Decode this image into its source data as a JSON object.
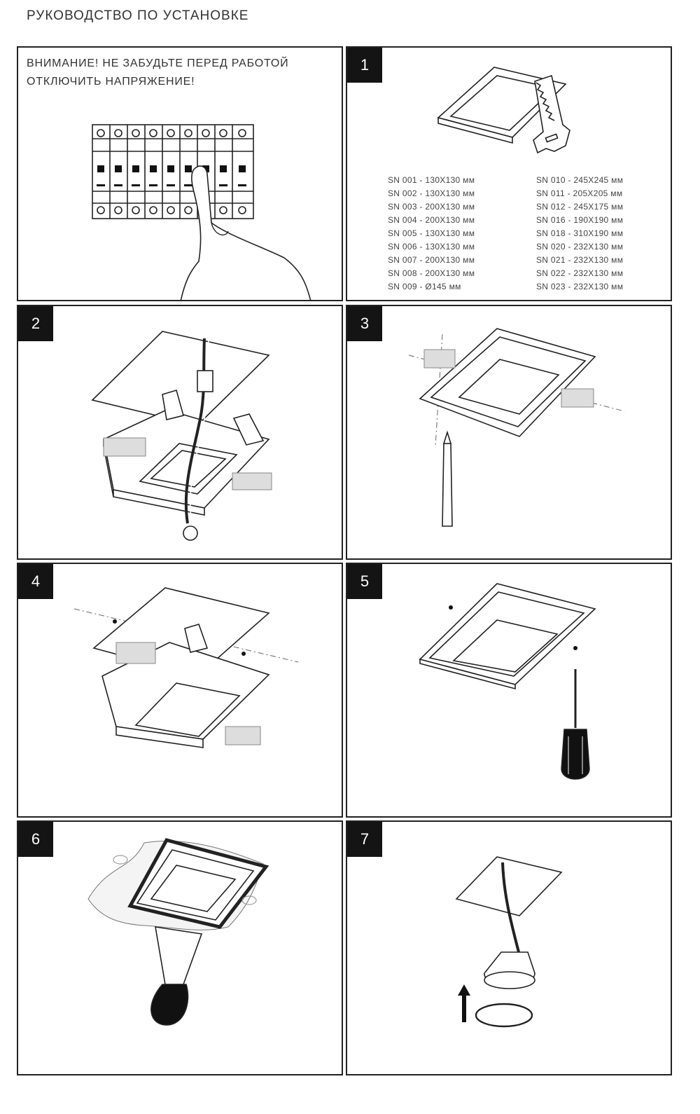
{
  "title": "РУКОВОДСТВО ПО УСТАНОВКЕ",
  "warning": "ВНИМАНИЕ! НЕ ЗАБУДЬТЕ ПЕРЕД РАБОТОЙ ОТКЛЮЧИТЬ НАПРЯЖЕНИЕ!",
  "steps": [
    "1",
    "2",
    "3",
    "4",
    "5",
    "6",
    "7"
  ],
  "sizes_left": [
    "SN 001 - 130X130 мм",
    "SN 002 - 130X130 мм",
    "SN 003 - 200X130 мм",
    "SN 004 - 200X130 мм",
    "SN 005 - 130X130 мм",
    "SN 006 - 130X130 мм",
    "SN 007 - 200X130 мм",
    "SN 008 - 200X130 мм",
    "SN 009 - Ø145 мм"
  ],
  "sizes_right": [
    "SN 010 - 245X245 мм",
    "SN 011 - 205X205 мм",
    "SN 012 - 245X175 мм",
    "SN 016 - 190X190 мм",
    "SN 018 - 310X190 мм",
    "SN 020 - 232X130 мм",
    "SN 021 - 232X130 мм",
    "SN 022 - 232X130 мм",
    "SN 023 - 232X130 мм"
  ]
}
